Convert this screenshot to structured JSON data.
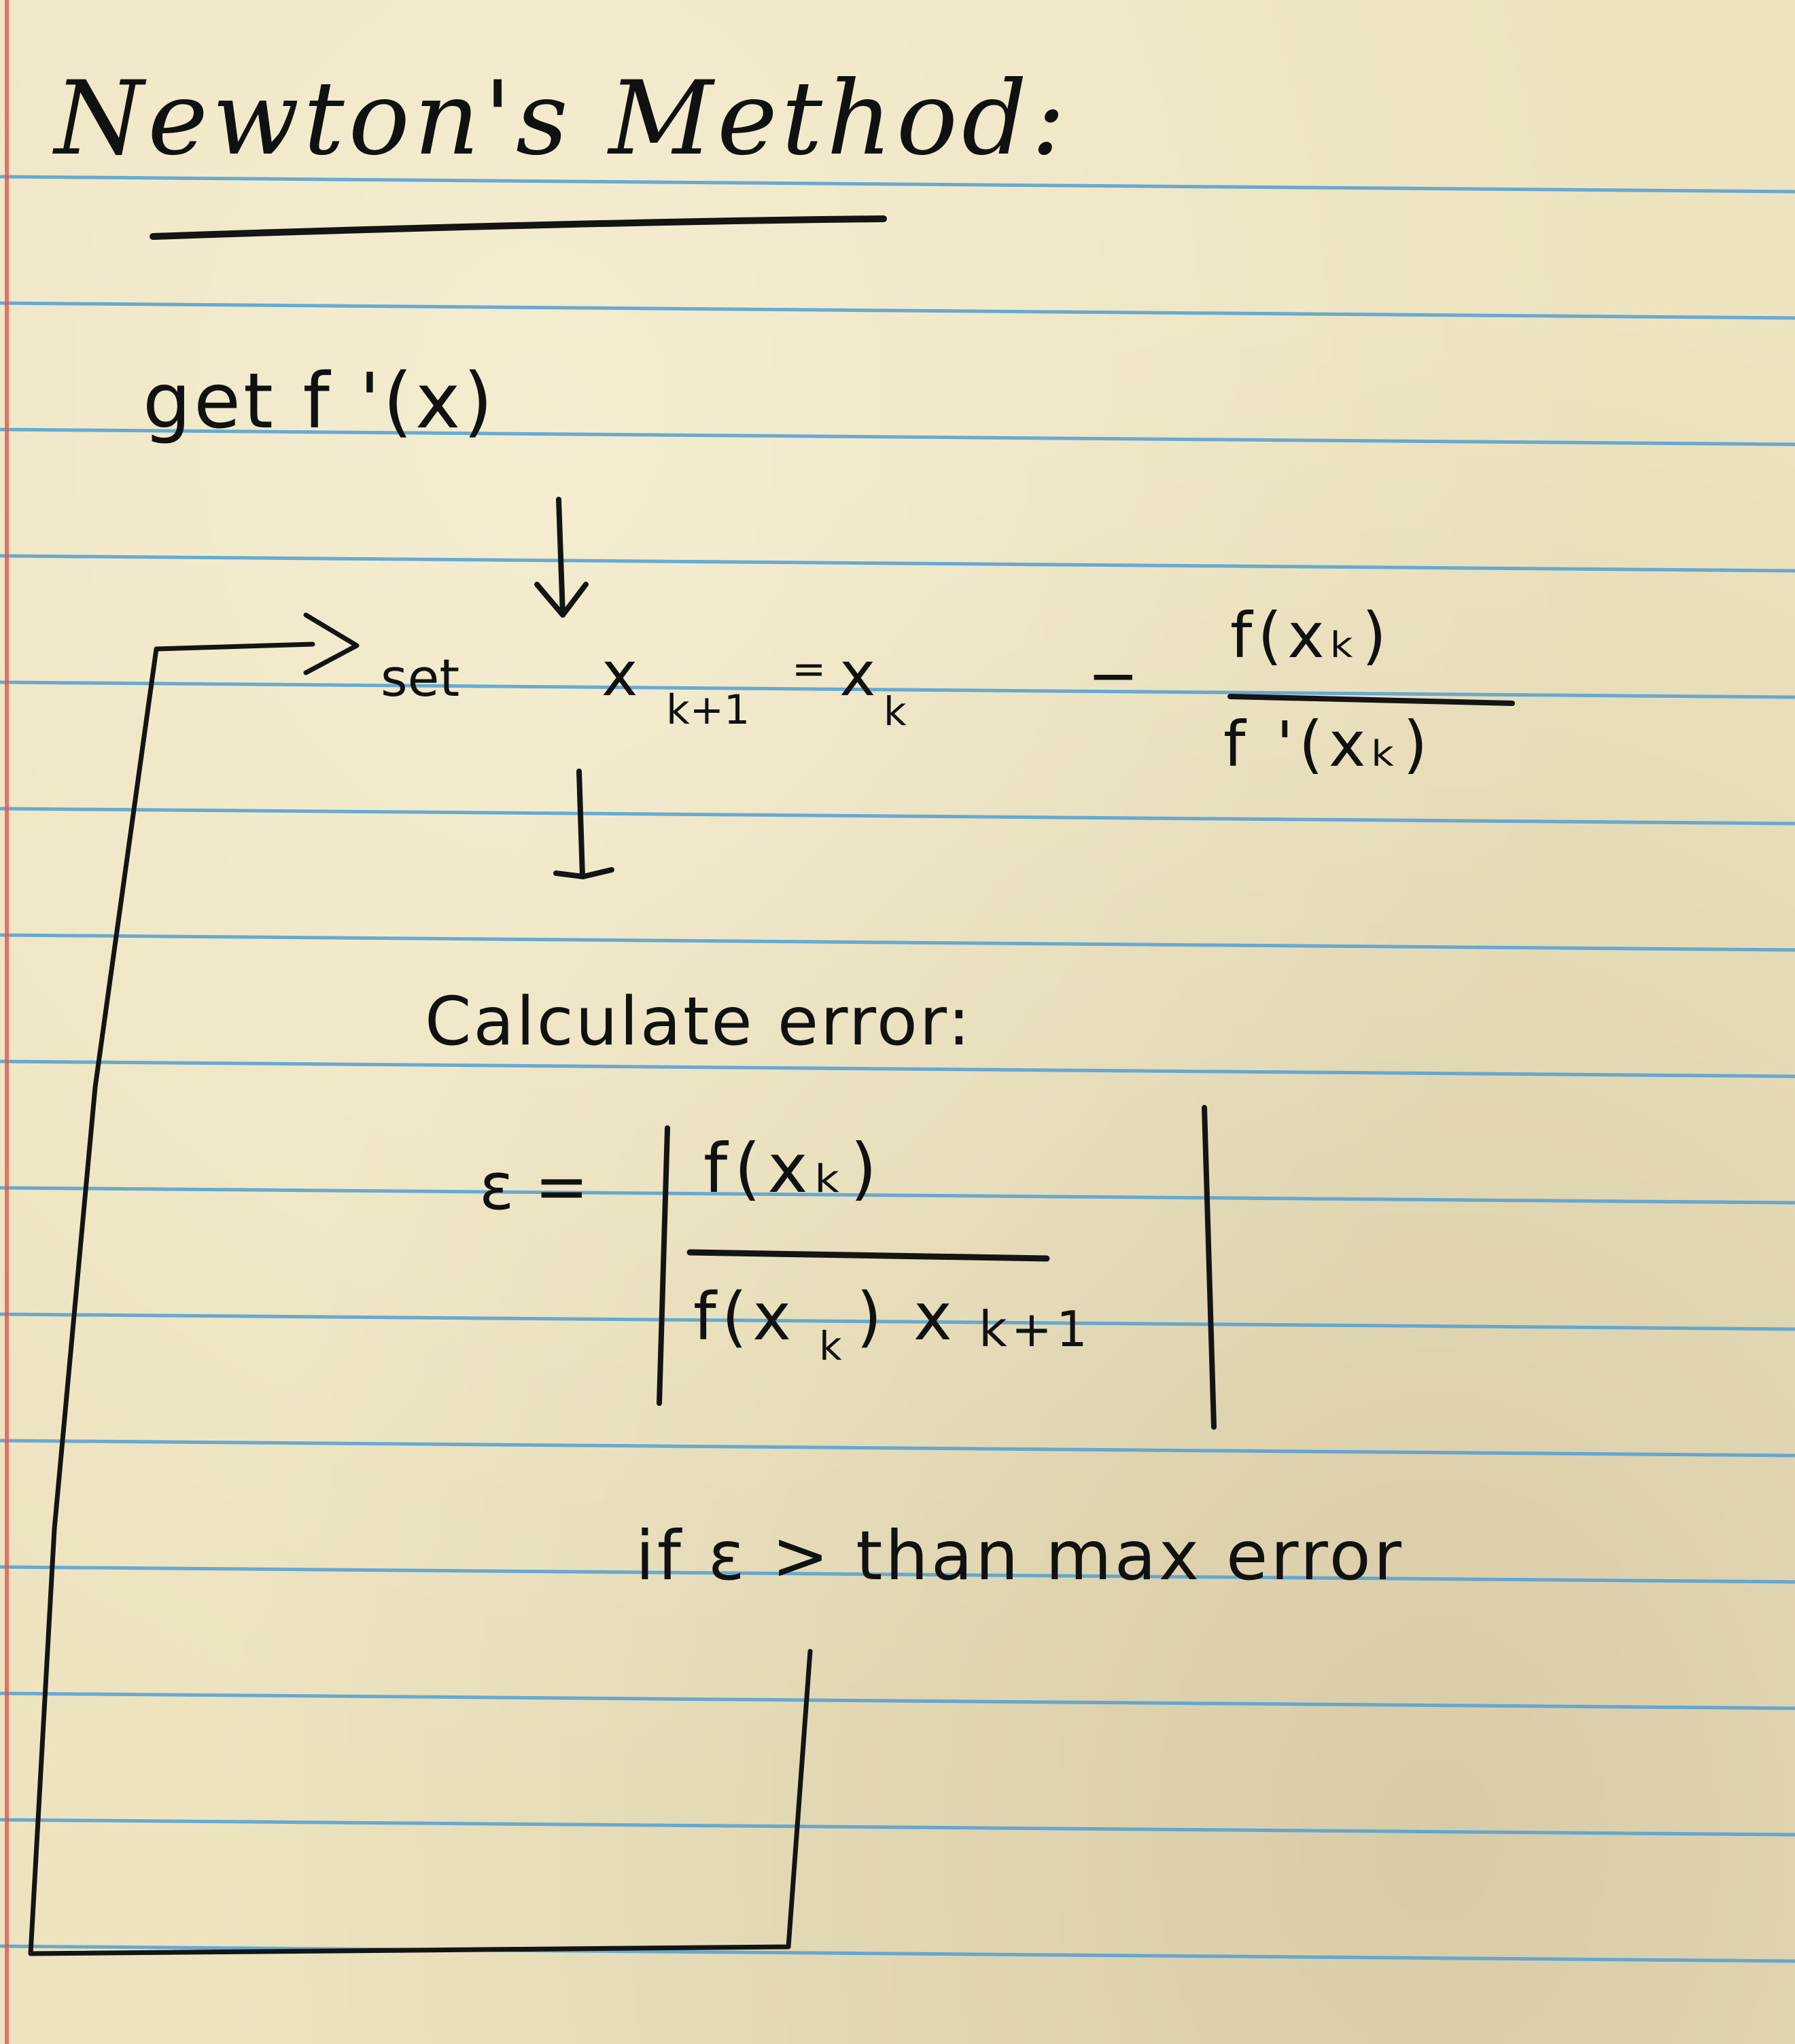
{
  "note": {
    "title": "Newton's Method:",
    "step_derivative": "get f '(x)",
    "update_prefix": "set",
    "update_lhs_var": "x",
    "update_lhs_sub": "k+1",
    "update_eq": "=",
    "update_rhs_var": "x",
    "update_rhs_sub": "k",
    "update_minus": "−",
    "update_frac_num": "f(xₖ)",
    "update_frac_den": "f '(xₖ)",
    "calc_label": "Calculate error:",
    "error_lhs": "ε =",
    "error_frac_num": "f(xₖ)",
    "error_frac_den_1": "f(x",
    "error_frac_den_sub": "k",
    "error_frac_den_2": ") x",
    "error_frac_den_sub2": "k+1",
    "condition": "if ε > than max error",
    "colors": {
      "paper": "#ede3bf",
      "rule_line": "#4f9fd2",
      "margin_line": "#e0574f",
      "ink": "#141414"
    }
  }
}
